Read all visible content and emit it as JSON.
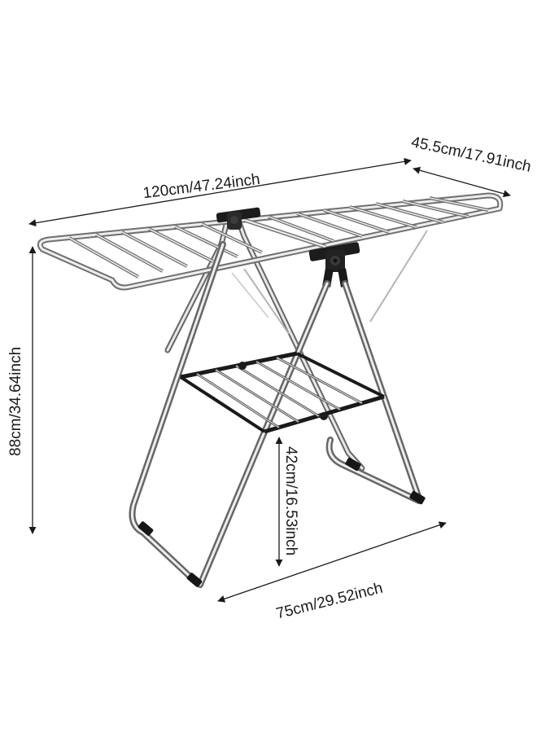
{
  "product": {
    "name": "drying-rack",
    "colors": {
      "steel_dark": "#5f5f5f",
      "steel_mid": "#a9a9a9",
      "steel_light": "#eeeeee",
      "joint_black": "#1c1c1c",
      "foot_black": "#161616",
      "dimension_ink": "#1a1a1a"
    }
  },
  "dimensions": {
    "width": "120cm/47.24inch",
    "depth": "45.5cm/17.91inch",
    "height": "88cm/34.64inch",
    "shelf_height": "42cm/16.53inch",
    "base_width": "75cm/29.52inch"
  }
}
